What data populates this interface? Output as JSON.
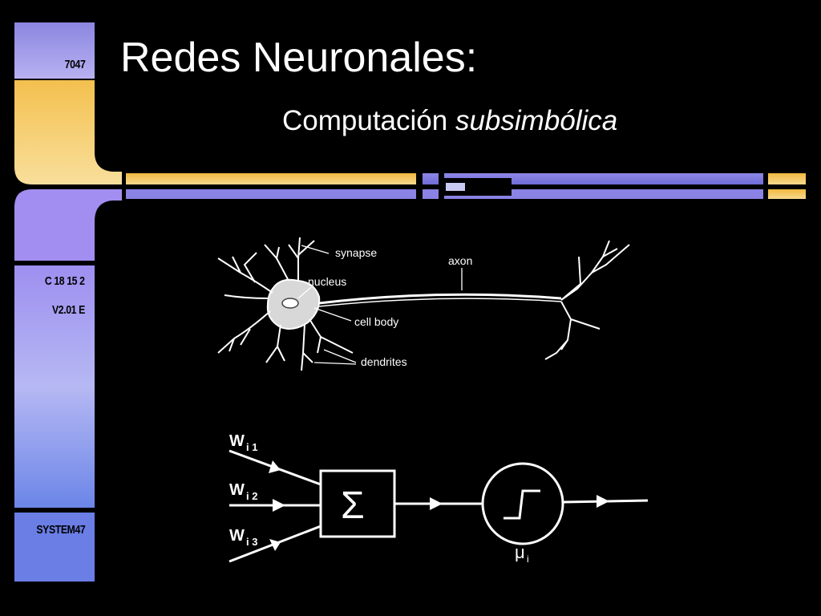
{
  "slide": {
    "title": "Redes Neuronales:",
    "subtitle_prefix": "Computación ",
    "subtitle_emph": "subsimbólica"
  },
  "sidebar": {
    "code_top": "7047",
    "code_mid_1": "C 18 15 2",
    "code_mid_2": "V2.01 E",
    "code_bottom": "SYSTEM47"
  },
  "neuron": {
    "synapse": "synapse",
    "axon": "axon",
    "nucleus": "nucleus",
    "cell_body": "cell body",
    "dendrites": "dendrites"
  },
  "perceptron": {
    "w1": "W",
    "w1_sub": "i 1",
    "w2": "W",
    "w2_sub": "i 2",
    "w3": "W",
    "w3_sub": "i 3",
    "sum_symbol": "Σ",
    "mu": "μ",
    "mu_sub": "i"
  },
  "colors": {
    "lavender": "#9a92e8",
    "gold": "#f2c25a",
    "blue": "#6f8fe6",
    "background": "#000000"
  }
}
